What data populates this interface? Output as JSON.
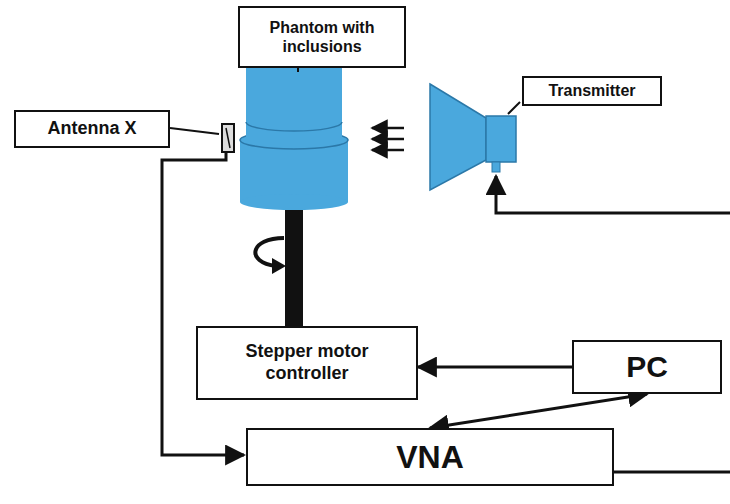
{
  "diagram": {
    "nodes": [
      {
        "text": [
          "Phantom with inclusions"
        ]
      },
      {
        "text": [
          "Transmitter"
        ]
      },
      {
        "text": [
          "Antenna X"
        ]
      },
      {
        "text": [
          "Stepper motor controller"
        ]
      },
      {
        "text": [
          "PC"
        ]
      },
      {
        "text": [
          "VNA"
        ]
      }
    ],
    "edges": [
      {
        "from": 4,
        "to": 3,
        "arrow": "to"
      },
      {
        "from": 4,
        "to": 5,
        "arrow": "both"
      }
    ]
  }
}
